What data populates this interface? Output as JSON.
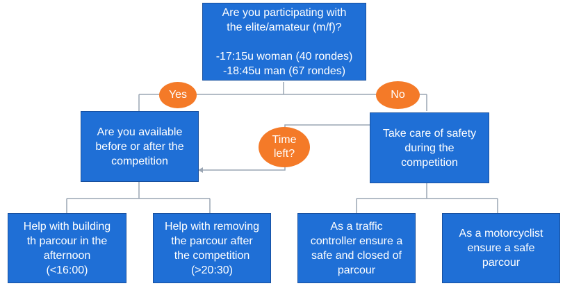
{
  "colors": {
    "box_fill": "#1f6fd6",
    "badge_fill": "#f47a28",
    "connector": "#9aa5b3",
    "text": "#ffffff"
  },
  "nodes": {
    "root": "Are you participating with\nthe elite/amateur (m/f)?\n\n-17:15u woman (40 rondes)\n-18:45u man (67 rondes)",
    "available": "Are you available\nbefore or after the\ncompetition",
    "safety": "Take care of safety\nduring the\ncompetition",
    "build": "Help with building\nth parcour in the\nafternoon\n(<16:00)",
    "remove": "Help with removing\nthe parcour after\nthe competition\n(>20:30)",
    "traffic": "As a traffic\ncontroller ensure a\nsafe and closed of\nparcour",
    "moto": "As a motorcyclist\nensure a safe\nparcour"
  },
  "badges": {
    "yes": "Yes",
    "no": "No",
    "time_left": "Time\nleft?"
  }
}
